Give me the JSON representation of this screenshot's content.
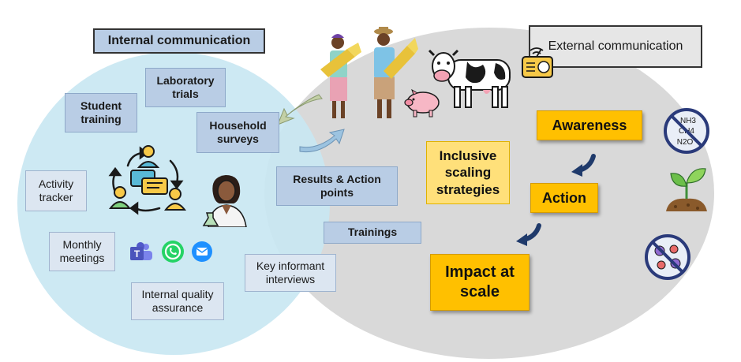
{
  "titles": {
    "internal": "Internal communication",
    "external": "External communication"
  },
  "internal_boxes": {
    "laboratory_trials": "Laboratory trials",
    "student_training": "Student training",
    "household_surveys": "Household surveys",
    "activity_tracker": "Activity tracker",
    "monthly_meetings": "Monthly meetings",
    "internal_quality_assurance": "Internal quality assurance"
  },
  "overlap_boxes": {
    "results_action_points": "Results & Action points",
    "trainings": "Trainings",
    "key_informant_interviews": "Key informant interviews"
  },
  "external_boxes": {
    "inclusive_scaling": "Inclusive scaling strategies",
    "awareness": "Awareness",
    "action": "Action",
    "impact": "Impact at scale"
  },
  "gas_labels": {
    "nh3": "NH3",
    "ch4": "CH4",
    "n2o": "N2O"
  },
  "icons": [
    "team-communication-icon",
    "scientist-icon",
    "teams-icon",
    "whatsapp-icon",
    "email-icon",
    "farmers-icon",
    "cow-icon",
    "pig-icon",
    "radio-icon",
    "no-emissions-icon",
    "plant-soil-icon",
    "no-pathogens-icon"
  ],
  "colors": {
    "internal_circle": "#c9e7f2",
    "external_circle": "#d9d9d9",
    "accent_yellow": "#ffc000",
    "arrow_blue": "#1f3a6b"
  }
}
